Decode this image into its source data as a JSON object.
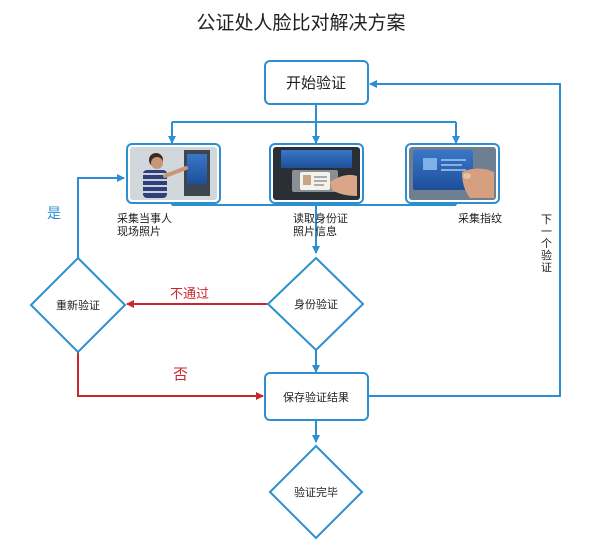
{
  "title": "公证处人脸比对解决方案",
  "nodes": {
    "start": "开始验证",
    "photo_label_line1": "采集当事人",
    "photo_label_line2": "现场照片",
    "idcard_label_line1": "读取身份证",
    "idcard_label_line2": "照片信息",
    "fingerprint_label": "采集指纹",
    "identity_check": "身份验证",
    "reverify": "重新验证",
    "save_result": "保存验证结果",
    "done": "验证完毕"
  },
  "edge_labels": {
    "yes": "是",
    "fail": "不通过",
    "no": "否",
    "next_1": "下",
    "next_2": "一",
    "next_3": "个",
    "next_4": "验",
    "next_5": "证"
  },
  "colors": {
    "blue_line": "#2b8fd1",
    "box_border": "#2b8fd1",
    "red_line": "#c8282d",
    "yes_text": "#2b8fd1",
    "red_text": "#c8282d",
    "dark_text": "#222222"
  },
  "icons": {
    "photo": "person-at-kiosk-photo",
    "idcard": "id-card-reader-photo",
    "fingerprint": "fingerprint-scanner-photo"
  }
}
